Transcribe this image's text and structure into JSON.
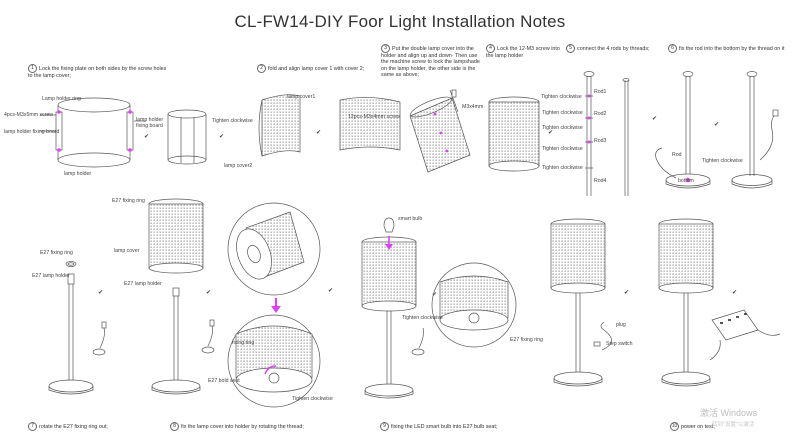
{
  "title": "CL-FW14-DIY Foor Light Installation Notes",
  "steps": [
    {
      "n": "1",
      "text": "Lock the fixing plate on both sides by the screw holes to the lamp cover;"
    },
    {
      "n": "2",
      "text": "fold and align lamp cover 1 with cover 2;"
    },
    {
      "n": "3",
      "text": "Put the double lamp cover into the holder and align up and down· Then use the machine screw to lock the lampshade on the lamp holder, the other side is the same as above;"
    },
    {
      "n": "4",
      "text": "Lock the 12-M3 screw into the lamp holder"
    },
    {
      "n": "5",
      "text": "connect the 4 rods by threads;"
    },
    {
      "n": "6",
      "text": "fix the rod into the bottom by the thread on it"
    },
    {
      "n": "7",
      "text": "rotate the E27 fixing ring out;"
    },
    {
      "n": "8",
      "text": "fix the lamp cover into holder by rotating the thread;"
    },
    {
      "n": "9",
      "text": "fixing the LED smart bulb into E27 bulb seat;"
    },
    {
      "n": "10",
      "text": "power on test;"
    }
  ],
  "labels": {
    "lamp_holder_ring": "Lamp holder ring",
    "screws_m3x5": "4pcs-M3x5mm screw",
    "lamp_holder_fixing_board_left": "lamp holder fixing board",
    "lamp_holder_fixing_board_right": "lamp holder fixing board",
    "lamp_holder": "lamp holder",
    "tighten_clockwise": "Tighten clockwise",
    "lamp_cover1": "lamp cover1",
    "lamp_cover2": "lamp cover2",
    "screws_12pcs": "12pcs-M3x4mm screw",
    "m3x4mm": "M3x4mm",
    "rod1": "Rod1",
    "rod2": "Rod2",
    "rod3": "Rod3",
    "rod4": "Rod4",
    "rod": "Rod",
    "bottom": "bottom",
    "e27_fixing_ring_top": "E27 fixing ring",
    "e27_fixing_ring": "E27 fixing ring",
    "e27_lamp_holder": "E27 lamp holder",
    "lamp_cover": "lamp cover",
    "fixing_ring": "fixing ring",
    "e27_bold_seat": "E27 bold seat",
    "smart_bulb": "smart bulb",
    "plug": "plug",
    "step_switch": "Step switch",
    "check_mark": "✔"
  },
  "watermark": {
    "line1": "激活 Windows",
    "line2": "转到\"设置\"以激活"
  },
  "colors": {
    "line": "#555555",
    "accent": "#e040fb",
    "shade": "#bdbdbd"
  }
}
